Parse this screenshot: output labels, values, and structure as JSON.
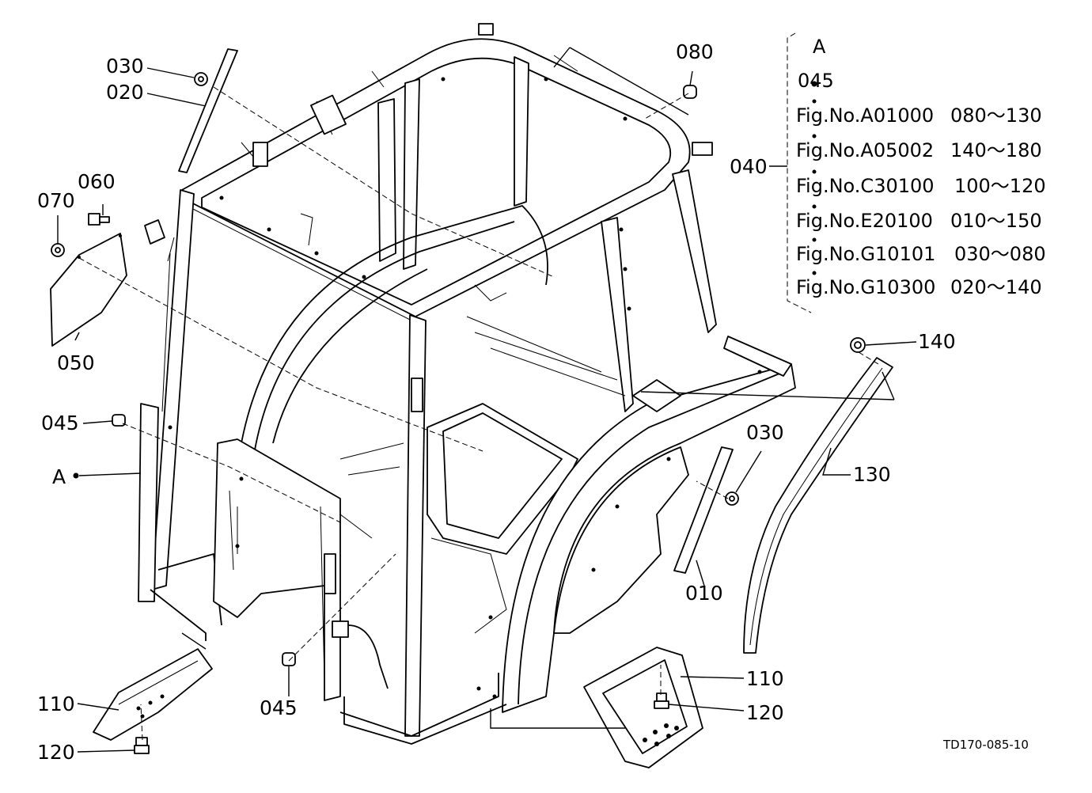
{
  "labels": {
    "p030_a": "030",
    "p020": "020",
    "p060": "060",
    "p070": "070",
    "p050": "050",
    "p045_a": "045",
    "pA": "A",
    "p080": "080",
    "p040": "040",
    "p140": "140",
    "p030_b": "030",
    "p130": "130",
    "p010": "010",
    "p110_a": "110",
    "p120_a": "120",
    "p045_b": "045",
    "p110_b": "110",
    "p120_b": "120"
  },
  "reference_block": {
    "heading": "A",
    "sub": "045",
    "rows": [
      {
        "fig": "Fig.No.A01000",
        "range": "080～130"
      },
      {
        "fig": "Fig.No.A05002",
        "range": "140～180"
      },
      {
        "fig": "Fig.No.C30100",
        "range": "100～120"
      },
      {
        "fig": "Fig.No.E20100",
        "range": "010～150"
      },
      {
        "fig": "Fig.No.G10101",
        "range": "030～080"
      },
      {
        "fig": "Fig.No.G10300",
        "range": "020～140"
      }
    ]
  },
  "drawing_code": "TD170-085-10"
}
